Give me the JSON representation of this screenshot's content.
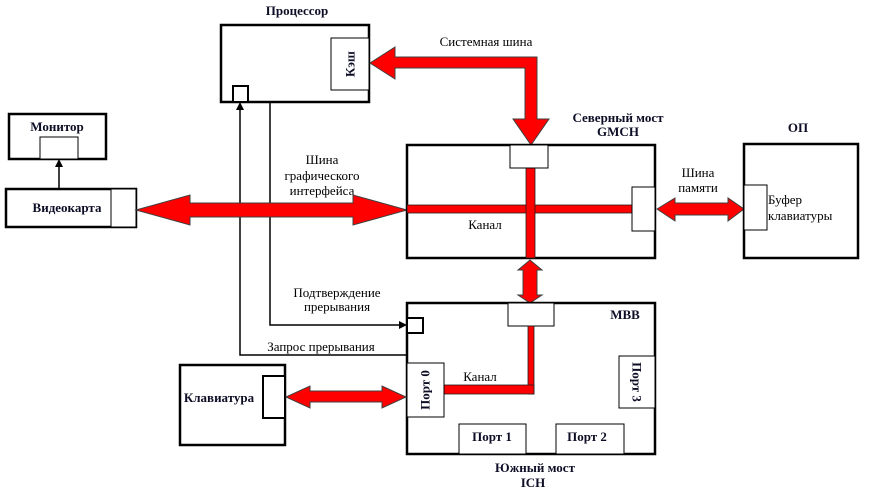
{
  "colors": {
    "bus": "#ff0000",
    "outline": "#000000",
    "background": "#ffffff"
  },
  "processor": {
    "title": "Процессор",
    "cache_label": "Кэш"
  },
  "monitor": {
    "label": "Монитор"
  },
  "videocard": {
    "label": "Видеокарта"
  },
  "system_bus": {
    "label": "Системная шина"
  },
  "graphics_bus": {
    "line1": "Шина",
    "line2": "графического",
    "line3": "интерфейса"
  },
  "northbridge": {
    "title_line1": "Северный мост",
    "title_line2": "GMCH",
    "channel_label": "Канал"
  },
  "memory_bus": {
    "line1": "Шина",
    "line2": "памяти"
  },
  "ram": {
    "title": "ОП",
    "buffer_line1": "Буфер",
    "buffer_line2": "клавиатуры"
  },
  "interrupts": {
    "ack_line1": "Подтверждение",
    "ack_line2": "прерывания",
    "request": "Запрос прерывания"
  },
  "southbridge": {
    "inner_label": "МВВ",
    "channel_label": "Канал",
    "ports": [
      "Порт 0",
      "Порт 1",
      "Порт 2",
      "Порт 3"
    ],
    "title_line1": "Южный мост",
    "title_line2": "ICH"
  },
  "keyboard": {
    "label": "Клавиатура"
  }
}
